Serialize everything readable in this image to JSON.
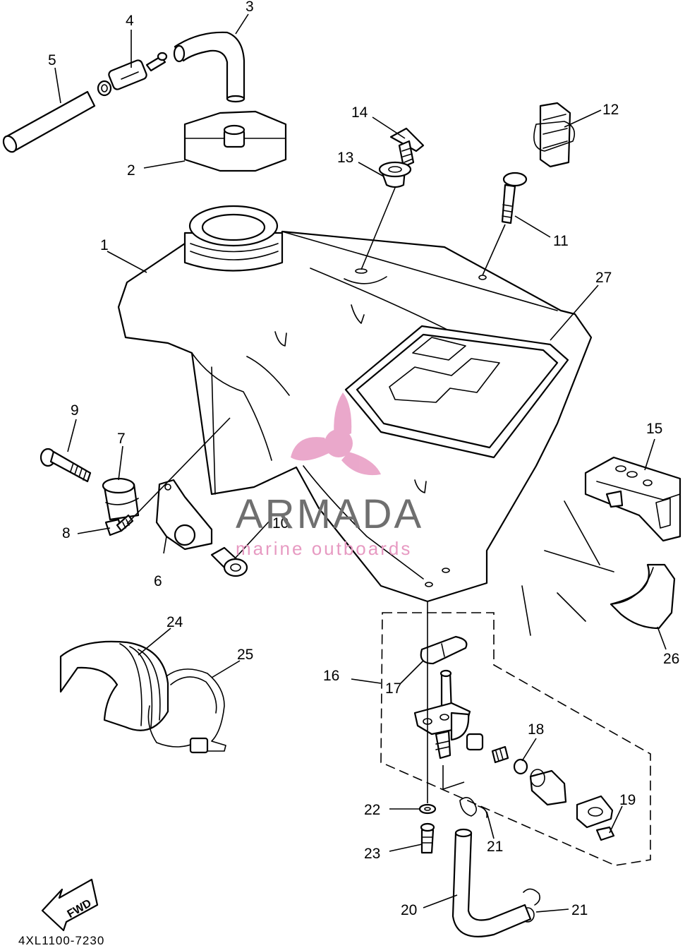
{
  "diagram": {
    "drawing_code": "4XL1100-7230",
    "direction_label": "FWD",
    "callouts": [
      {
        "id": "c1",
        "label": "1"
      },
      {
        "id": "c2",
        "label": "2"
      },
      {
        "id": "c3",
        "label": "3"
      },
      {
        "id": "c4",
        "label": "4"
      },
      {
        "id": "c5",
        "label": "5"
      },
      {
        "id": "c6",
        "label": "6"
      },
      {
        "id": "c7",
        "label": "7"
      },
      {
        "id": "c8",
        "label": "8"
      },
      {
        "id": "c9",
        "label": "9"
      },
      {
        "id": "c10",
        "label": "10"
      },
      {
        "id": "c11",
        "label": "11"
      },
      {
        "id": "c12",
        "label": "12"
      },
      {
        "id": "c13",
        "label": "13"
      },
      {
        "id": "c14",
        "label": "14"
      },
      {
        "id": "c15",
        "label": "15"
      },
      {
        "id": "c16",
        "label": "16"
      },
      {
        "id": "c17",
        "label": "17"
      },
      {
        "id": "c18",
        "label": "18"
      },
      {
        "id": "c19",
        "label": "19"
      },
      {
        "id": "c20",
        "label": "20"
      },
      {
        "id": "c21a",
        "label": "21"
      },
      {
        "id": "c21b",
        "label": "21"
      },
      {
        "id": "c22",
        "label": "22"
      },
      {
        "id": "c23",
        "label": "23"
      },
      {
        "id": "c24",
        "label": "24"
      },
      {
        "id": "c25",
        "label": "25"
      },
      {
        "id": "c26",
        "label": "26"
      },
      {
        "id": "c27",
        "label": "27"
      }
    ]
  },
  "watermark": {
    "title": "ARMADA",
    "subtitle": "marine outboards",
    "icon": "propeller-logo-icon",
    "title_color": "#6f6f6f",
    "accent_color": "#e79ac2"
  }
}
